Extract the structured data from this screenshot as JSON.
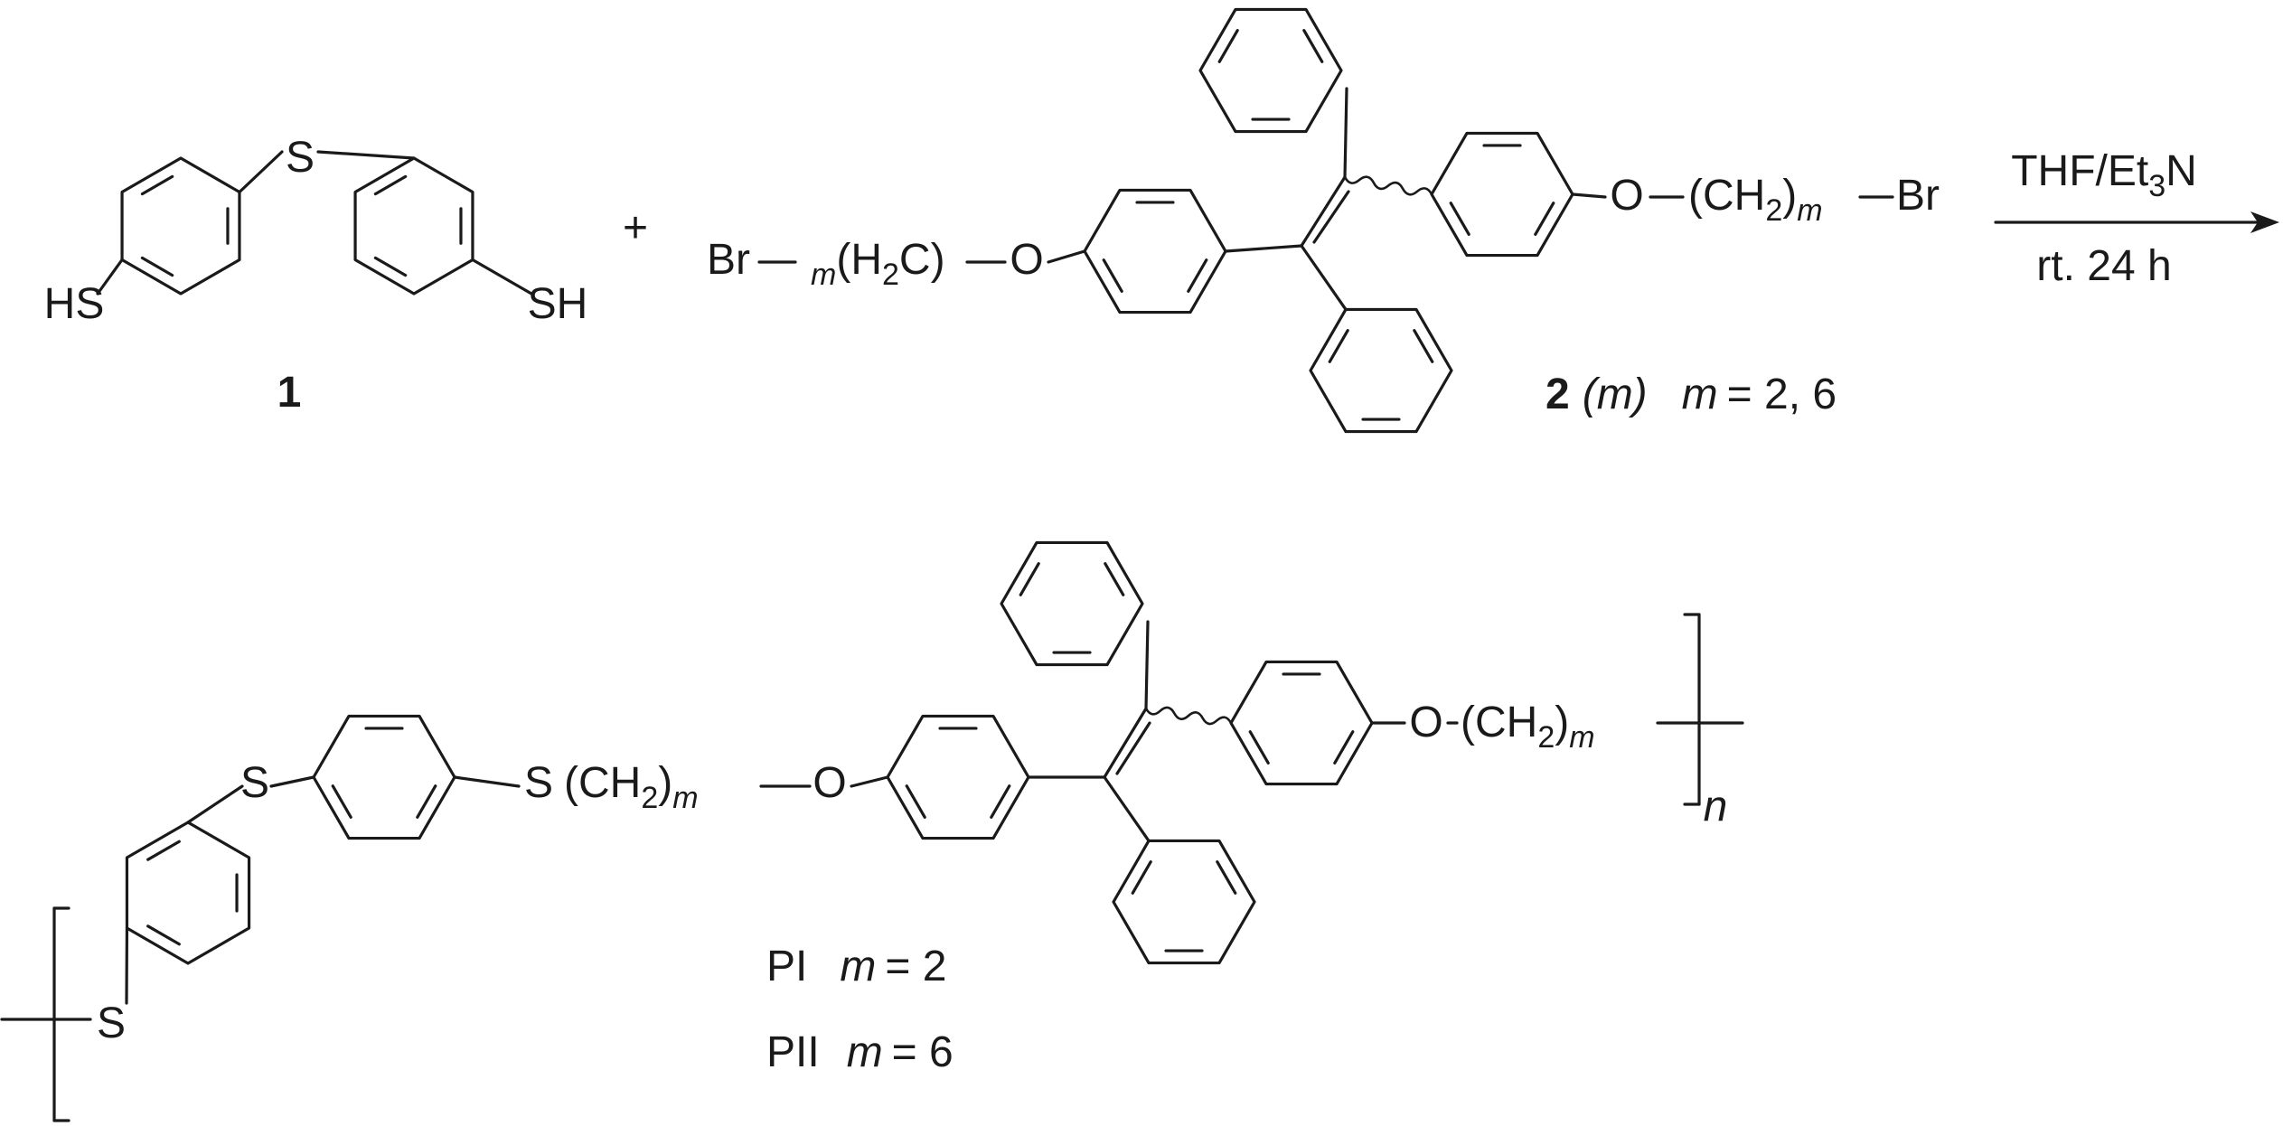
{
  "reactant1": {
    "number": "1",
    "group_left": "HS",
    "group_right": "SH",
    "bridge": "S"
  },
  "plus": "+",
  "reactant2": {
    "left_end": "Br",
    "left_chain": {
      "sub": "m",
      "open": "(H",
      "two": "2",
      "close": "C)"
    },
    "oxygen": "O",
    "right_chain": {
      "open": "(CH",
      "two": "2",
      "close": ")",
      "sub": "m"
    },
    "right_end": "Br",
    "number": "2",
    "param": "(m)",
    "m_var": "m",
    "m_values": "= 2, 6"
  },
  "conditions": {
    "top": {
      "main": "THF/Et",
      "sub": "3",
      "tail": "N"
    },
    "bottom": "rt. 24 h"
  },
  "product": {
    "S": "S",
    "O": "O",
    "chain": {
      "open": "(CH",
      "two": "2",
      "close": ")",
      "sub": "m"
    },
    "repeat": "n",
    "labels": [
      {
        "name": "PI",
        "var": "m",
        "value": "= 2"
      },
      {
        "name": "PII",
        "var": "m",
        "value": "= 6"
      }
    ]
  }
}
